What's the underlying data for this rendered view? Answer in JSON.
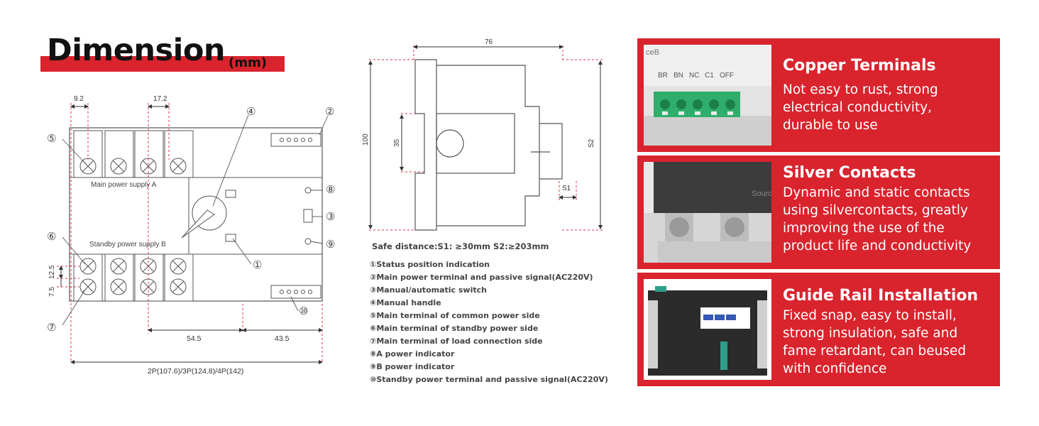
{
  "header": {
    "title": "Dimension",
    "unit": "(mm)"
  },
  "front_view": {
    "dim_top_left": "9.2",
    "dim_top_mid": "17.2",
    "label_a": "Main power supply A",
    "label_b": "Standby power supply B",
    "dim_left_upper": "12.5",
    "dim_left_lower": "7.5",
    "dim_bottom_mid": "54.5",
    "dim_bottom_right": "43.5",
    "dim_bottom_total": "2P(107.6)/3P(124.8)/4P(142)",
    "markers": [
      "①",
      "②",
      "③",
      "④",
      "⑤",
      "⑥",
      "⑦",
      "⑧",
      "⑨",
      "⑩"
    ]
  },
  "side_view": {
    "dim_width": "76",
    "dim_height": "100",
    "dim_rail": "35",
    "dim_s2": "S2",
    "dim_s1": "S1"
  },
  "safe_distance": "Safe distance:S1: ≥30mm  S2:≥203mm",
  "legend": [
    "①Status position indication",
    "②Main power terminal and passive signal(AC220V)",
    "③Manual/automatic switch",
    "④Manual handle",
    "⑤Main terminal of common power side",
    "⑥Main terminal of standby power side",
    "⑦Main terminal of load connection side",
    "⑧A power indicator",
    "⑨B power indicator",
    "⑩Standby power terminal and passive signal(AC220V)"
  ],
  "features": [
    {
      "title": "Copper Terminals",
      "desc": [
        "Not easy to rust, strong",
        "electrical conductivity,",
        "durable to use"
      ],
      "photo_labels": [
        "ceB",
        "BR",
        "BN",
        "NC",
        "C1",
        "OFF"
      ]
    },
    {
      "title": "Silver Contacts",
      "desc": [
        "Dynamic and static contacts",
        "using silvercontacts, greatly",
        "improving the use of the",
        "product life and conductivity"
      ],
      "photo_labels": [
        "Sourc"
      ]
    },
    {
      "title": "Guide Rail Installation",
      "desc": [
        "Fixed snap, easy to install,",
        "strong insulation, safe and",
        "fame retardant, can beused",
        "with confidence"
      ],
      "photo_labels": []
    }
  ],
  "colors": {
    "accent": "#d9232d",
    "dim_red": "#e0334a",
    "line": "#555555"
  }
}
